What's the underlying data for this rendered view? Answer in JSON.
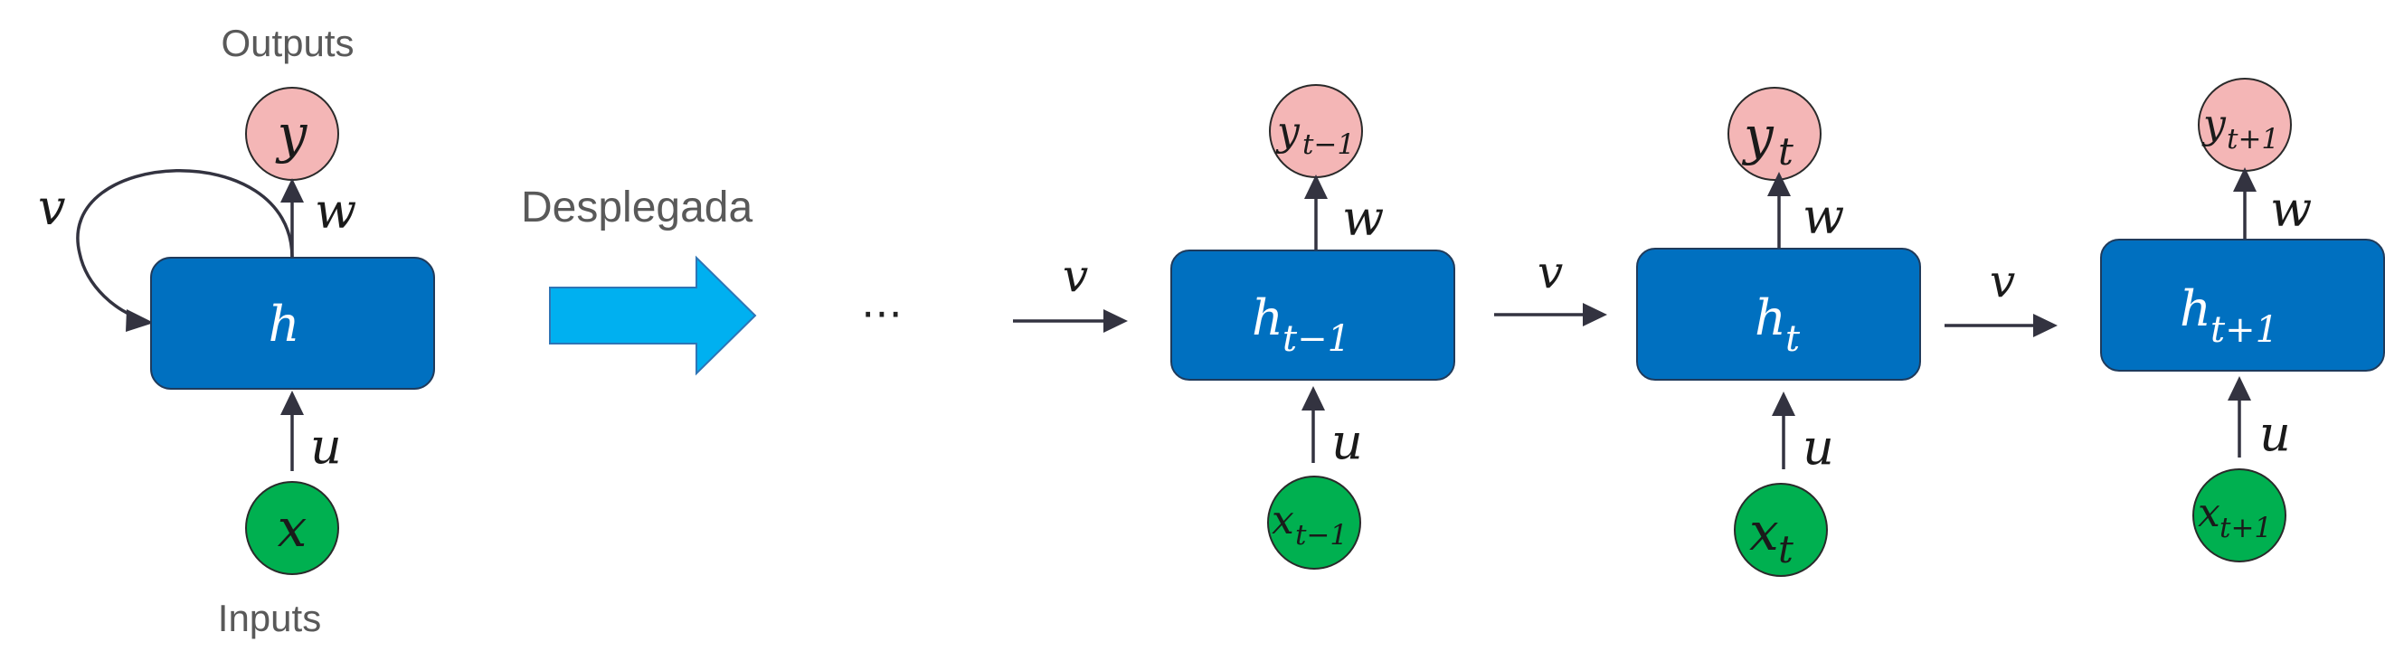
{
  "labels": {
    "outputs": "Outputs",
    "inputs": "Inputs",
    "unfolded": "Desplegada",
    "ellipsis": "⋯"
  },
  "folded": {
    "hidden": "h",
    "output": "y",
    "input": "x",
    "w": "w",
    "u": "u",
    "v": "v"
  },
  "unfolded_steps": [
    {
      "hidden_base": "h",
      "hidden_sub": "t−1",
      "output_base": "y",
      "output_sub": "t−1",
      "input_base": "x",
      "input_sub": "t−1",
      "w": "w",
      "u": "u",
      "v": "v"
    },
    {
      "hidden_base": "h",
      "hidden_sub": "t",
      "output_base": "y",
      "output_sub": "t",
      "input_base": "x",
      "input_sub": "t",
      "w": "w",
      "u": "u",
      "v": "v"
    },
    {
      "hidden_base": "h",
      "hidden_sub": "t+1",
      "output_base": "y",
      "output_sub": "t+1",
      "input_base": "x",
      "input_sub": "t+1",
      "w": "w",
      "u": "u",
      "v": "v"
    }
  ],
  "colors": {
    "hidden": "#0070c0",
    "output": "#f4b6b6",
    "input": "#00b050",
    "arrow_big": "#00b0f0"
  }
}
